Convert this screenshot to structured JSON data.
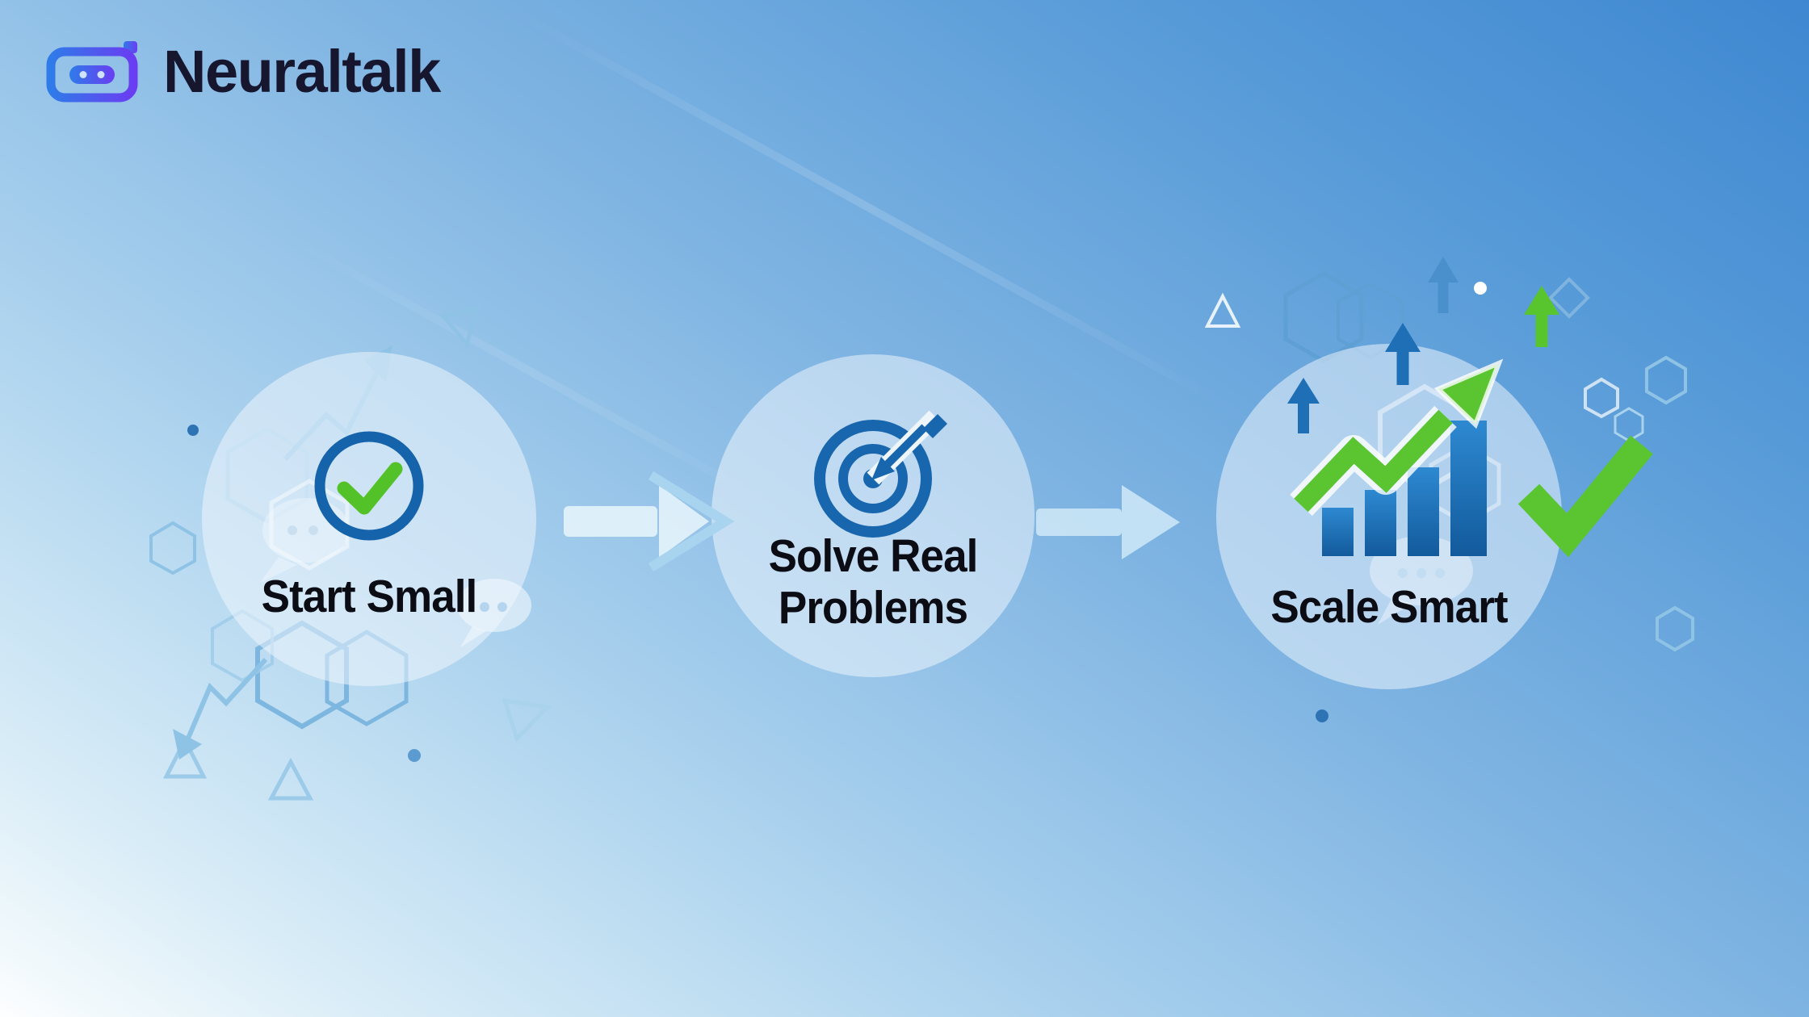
{
  "logo": {
    "text": "Neuraltalk",
    "icon": "robot-chat-icon"
  },
  "steps": [
    {
      "label": "Start Small",
      "icon": "check-circle-icon"
    },
    {
      "label": "Solve Real Problems",
      "icon": "target-bullseye-icon"
    },
    {
      "label": "Scale Smart",
      "icon": "growth-bar-chart-icon"
    }
  ],
  "flow": {
    "arrow_icon": "arrow-right-icon",
    "direction": "left-to-right"
  },
  "colors": {
    "background_top": "#3f88d1",
    "background_bottom": "#fdfeff",
    "primary_blue": "#1766ae",
    "accent_green": "#5ac431",
    "light_blue": "#a8d4ef",
    "text_dark": "#0c0c14",
    "logo_gradient_start": "#2f7be9",
    "logo_gradient_end": "#6a3df2"
  }
}
